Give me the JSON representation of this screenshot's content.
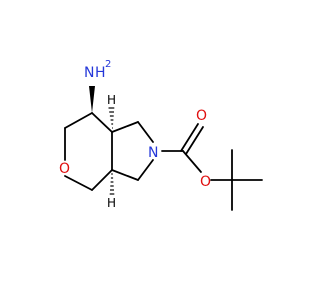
{
  "molecule": {
    "labels": {
      "amine_n": "N",
      "amine_h": "H",
      "amine_h_count": "2",
      "ring_n": "N",
      "ring_o": "O",
      "carbonyl_o": "O",
      "ester_o": "O",
      "stereo_h_top": "H",
      "stereo_h_bottom": "H"
    },
    "colors": {
      "nitrogen": "#2437d9",
      "oxygen": "#e01010",
      "bond": "#000000"
    }
  }
}
